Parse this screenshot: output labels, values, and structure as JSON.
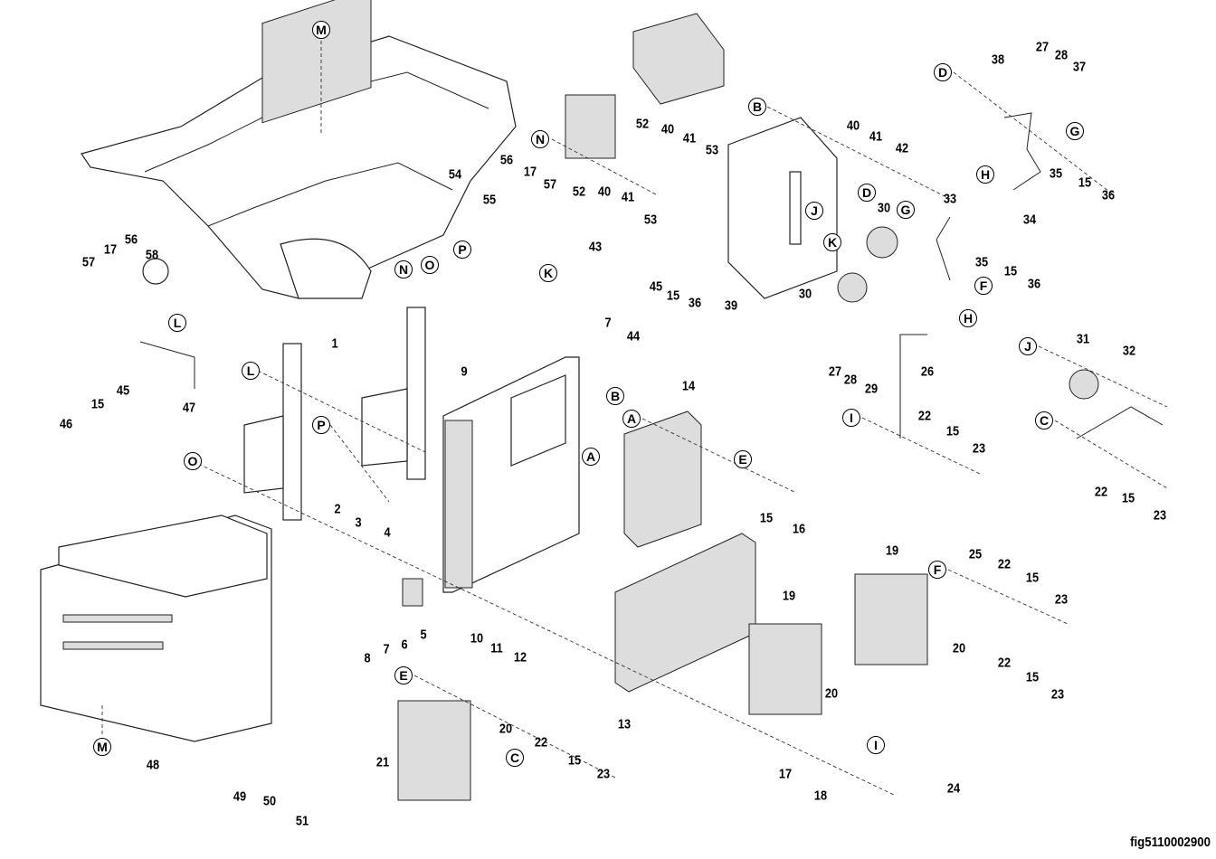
{
  "figure_id": "fig5110002900",
  "parts": [
    "52",
    "40",
    "41",
    "53",
    "56",
    "17",
    "57",
    "54",
    "55",
    "52",
    "40",
    "41",
    "53",
    "58",
    "57",
    "17",
    "56",
    "40",
    "41",
    "42",
    "38",
    "27",
    "28",
    "37",
    "35",
    "15",
    "36",
    "34",
    "30",
    "33",
    "35",
    "15",
    "36",
    "30",
    "43",
    "45",
    "15",
    "36",
    "7",
    "44",
    "39",
    "27",
    "28",
    "29",
    "26",
    "22",
    "15",
    "23",
    "31",
    "32",
    "22",
    "15",
    "23",
    "46",
    "15",
    "45",
    "47",
    "1",
    "2",
    "3",
    "4",
    "9",
    "14",
    "15",
    "16",
    "8",
    "7",
    "6",
    "5",
    "10",
    "11",
    "12",
    "13",
    "19",
    "19",
    "20",
    "17",
    "18",
    "24",
    "25",
    "22",
    "15",
    "23",
    "20",
    "22",
    "15",
    "23",
    "21",
    "20",
    "22",
    "15",
    "23",
    "48",
    "49",
    "50",
    "51"
  ],
  "callouts": [
    "M",
    "N",
    "B",
    "D",
    "D",
    "G",
    "H",
    "G",
    "F",
    "J",
    "K",
    "H",
    "O",
    "N",
    "P",
    "K",
    "I",
    "J",
    "C",
    "L",
    "L",
    "P",
    "O",
    "B",
    "A",
    "A",
    "E",
    "I",
    "F",
    "E",
    "C",
    "M"
  ]
}
